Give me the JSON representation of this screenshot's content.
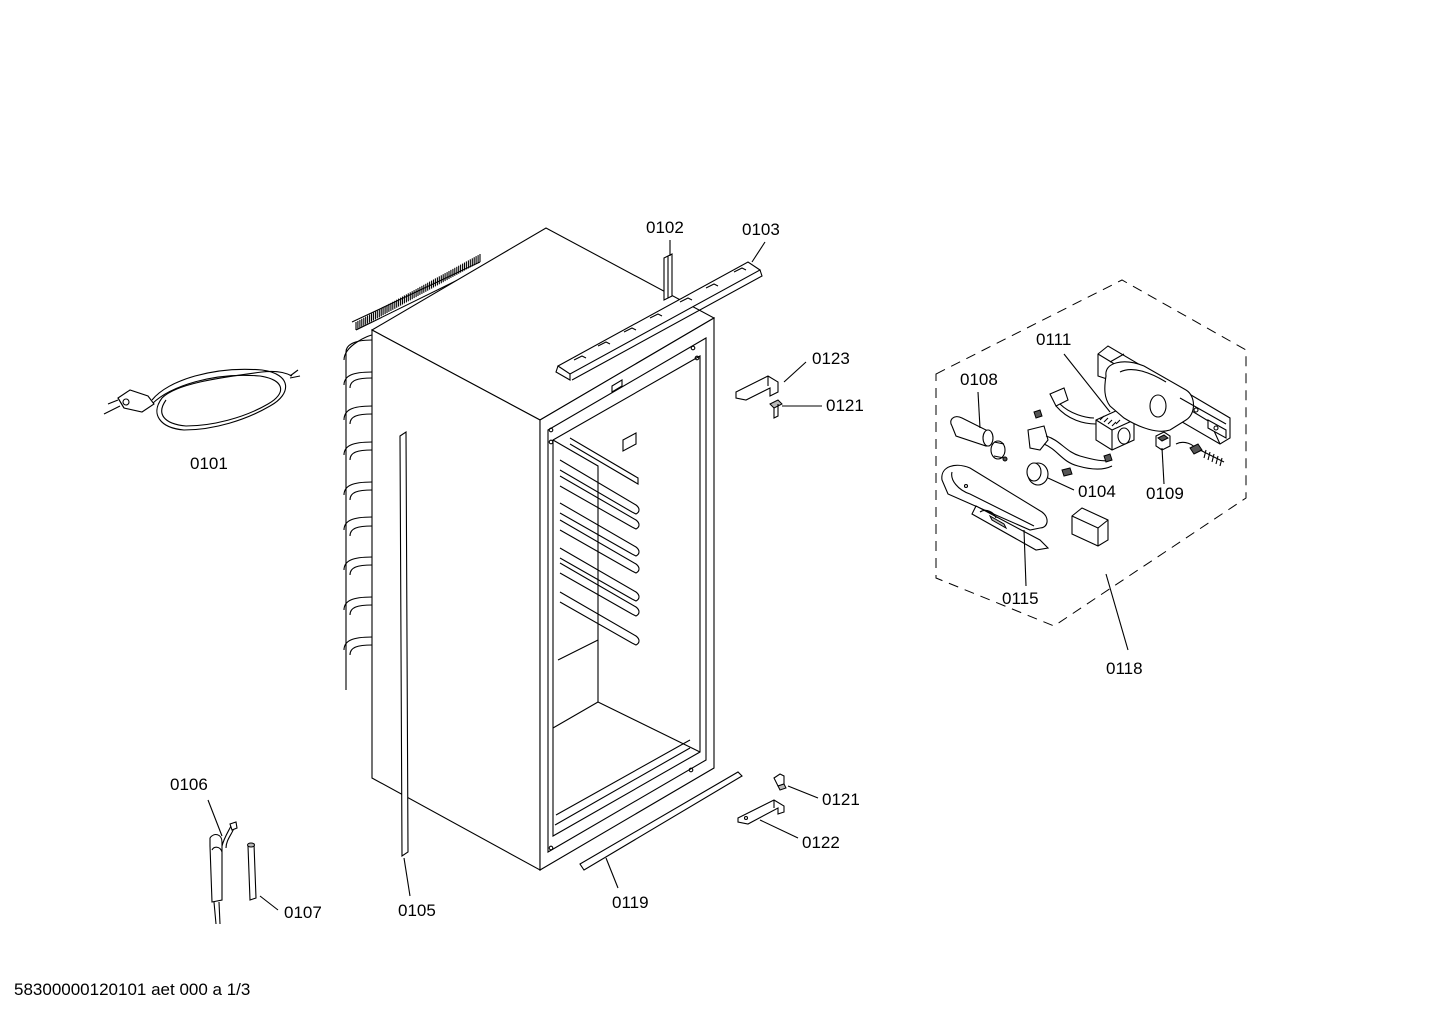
{
  "parts": {
    "p0101": "0101",
    "p0102": "0102",
    "p0103": "0103",
    "p0104": "0104",
    "p0105": "0105",
    "p0106": "0106",
    "p0107": "0107",
    "p0108": "0108",
    "p0109": "0109",
    "p0111": "0111",
    "p0115": "0115",
    "p0118": "0118",
    "p0119": "0119",
    "p0121_top": "0121",
    "p0121_bottom": "0121",
    "p0122": "0122",
    "p0123": "0123"
  },
  "footer": "58300000120101 aet 000 a 1/3",
  "colors": {
    "line": "#000000",
    "background": "#ffffff",
    "shade": "#b9b9b9"
  }
}
